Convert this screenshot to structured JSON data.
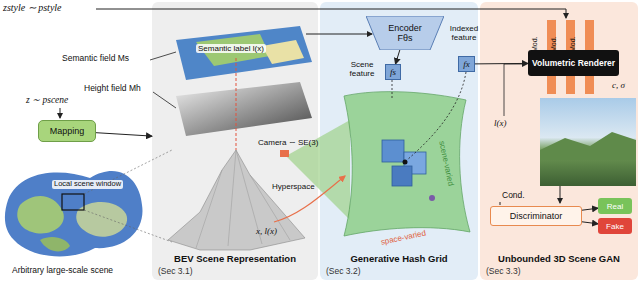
{
  "diagram": {
    "nodes": [
      {
        "text": [
          "(Sec 3.1)",
          "BEV Scene Representation"
        ]
      },
      {
        "text": [
          "(Sec 3.2)",
          "Generative Hash Grid"
        ]
      },
      {
        "text": [
          "(Sec 3.3)",
          "Unbounded 3D Scene GAN"
        ]
      },
      {
        "text": [
          "Mapping"
        ]
      },
      {
        "text": [
          "Encoder Fθs"
        ],
        "in": 1
      },
      {
        "text": [
          "Scene feature",
          "fs"
        ],
        "in": 1
      },
      {
        "text": [
          "Indexed feature",
          "fx"
        ],
        "in": 1
      },
      {
        "text": [
          "Volumetric Renderer"
        ],
        "in": 2
      },
      {
        "text": [
          "Discriminator"
        ],
        "in": 2
      },
      {
        "text": [
          "Real"
        ],
        "in": 2
      },
      {
        "text": [
          "Fake"
        ],
        "in": 2
      }
    ],
    "edges": [
      {
        "from": 3,
        "to": 0,
        "arrow": "to"
      },
      {
        "from": 4,
        "to": 5,
        "arrow": "to"
      },
      {
        "from": 6,
        "to": 7,
        "arrow": "to"
      },
      {
        "from": 8,
        "to": 9,
        "arrow": "to"
      },
      {
        "from": 8,
        "to": 10,
        "arrow": "to"
      }
    ],
    "labels": [
      "zstyle ∼ pstyle",
      "z ∼ pscene",
      "Semantic field Ms",
      "Height field Mh",
      "Semantic label l(x)",
      "Camera ∼ SE(3)",
      "Local scene window",
      "Arbitrary large-scale scene",
      "x, l(x)",
      "Hyperspace",
      "space-varied",
      "scene-varied",
      "Mod.",
      "Mod.",
      "Mod.",
      "l(x)",
      "c, σ",
      "Cond."
    ]
  }
}
